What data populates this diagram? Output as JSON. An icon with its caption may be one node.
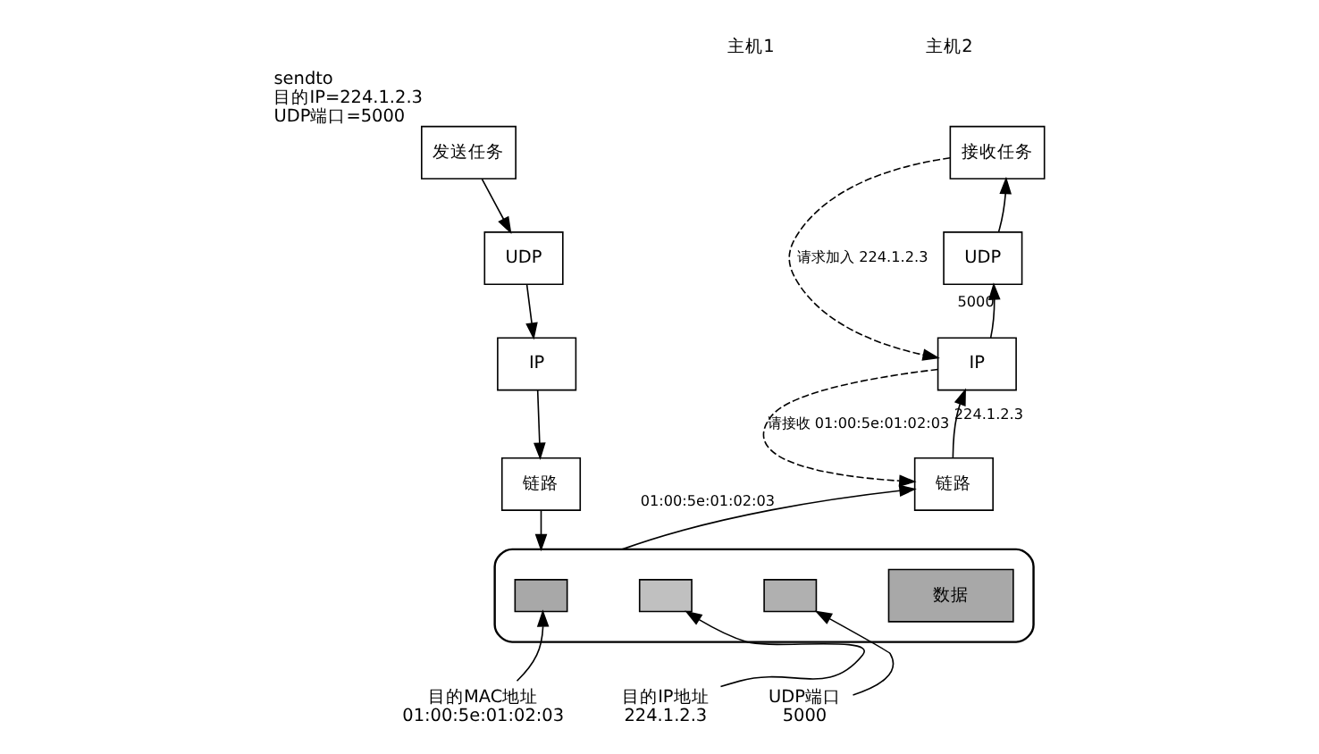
{
  "diagram": {
    "nodes": [
      {
        "text": [
          "发送任务"
        ],
        "beside": [
          "sendto",
          "目的IP=224.1.2.3",
          "UDP端口=5000"
        ]
      },
      {
        "text": [
          "UDP"
        ]
      },
      {
        "text": [
          "IP"
        ]
      },
      {
        "text": [
          "链路"
        ]
      },
      {
        "text": [],
        "shape": "cylinder"
      },
      {
        "text": [],
        "shape": "box",
        "in": 4
      },
      {
        "text": [],
        "shape": "box",
        "in": 4
      },
      {
        "text": [],
        "shape": "box",
        "in": 4
      },
      {
        "text": [
          "数据"
        ],
        "in": 4
      },
      {
        "text": [
          "接收任务"
        ]
      },
      {
        "text": [
          "UDP"
        ]
      },
      {
        "text": [
          "IP"
        ]
      },
      {
        "text": [
          "链路"
        ]
      },
      {
        "text": [
          "目的MAC地址",
          "01:00:5e:01:02:03"
        ]
      },
      {
        "text": [
          "目的IP地址",
          "224.1.2.3"
        ]
      },
      {
        "text": [
          "UDP端口",
          "5000"
        ]
      }
    ],
    "edges": [
      {
        "from": 0,
        "to": 1,
        "arrow": "to"
      },
      {
        "from": 1,
        "to": 2,
        "arrow": "to"
      },
      {
        "from": 2,
        "to": 3,
        "arrow": "to"
      },
      {
        "from": 3,
        "to": 4,
        "arrow": "to"
      },
      {
        "from": 4,
        "to": 12,
        "arrow": "to",
        "label": "01:00:5e:01:02:03"
      },
      {
        "from": 12,
        "to": 11,
        "arrow": "to",
        "label": "224.1.2.3"
      },
      {
        "from": 11,
        "to": 10,
        "arrow": "to",
        "label": "5000"
      },
      {
        "from": 10,
        "to": 9,
        "arrow": "to"
      },
      {
        "from": 9,
        "to": 11,
        "arrow": "to",
        "style": "dashed",
        "label": "请求加入 224.1.2.3"
      },
      {
        "from": 11,
        "to": 12,
        "arrow": "to",
        "style": "dashed",
        "label": "请接收 01:00:5e:01:02:03"
      },
      {
        "from": 13,
        "to": 5,
        "arrow": "to"
      },
      {
        "from": 14,
        "to": 6,
        "arrow": "to"
      },
      {
        "from": 15,
        "to": 7,
        "arrow": "to"
      }
    ],
    "labels": [
      "主机1",
      "主机2"
    ]
  }
}
